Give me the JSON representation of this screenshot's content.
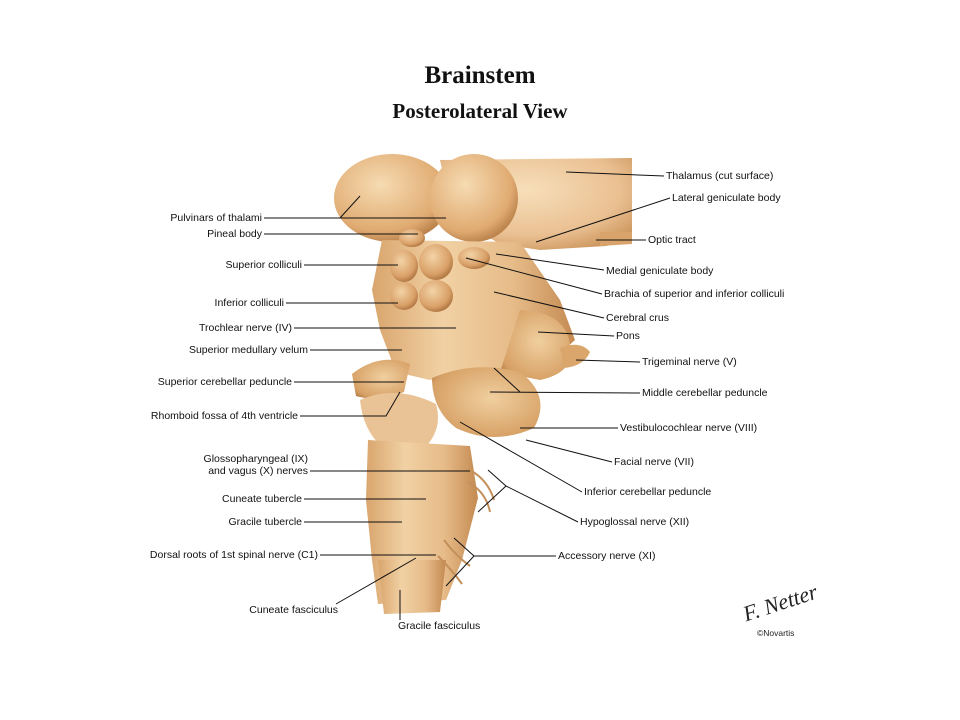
{
  "header": {
    "title": "Brainstem",
    "subtitle": "Posterolateral View"
  },
  "labels_left": {
    "pulvinars": "Pulvinars of thalami",
    "pineal": "Pineal body",
    "superior_colliculi": "Superior colliculi",
    "inferior_colliculi": "Inferior colliculi",
    "trochlear": "Trochlear nerve (IV)",
    "sup_medullary_velum": "Superior medullary velum",
    "sup_cerebellar_peduncle": "Superior cerebellar peduncle",
    "rhomboid_fossa": "Rhomboid fossa of 4th ventricle",
    "glosso_line1": "Glossopharyngeal (IX)",
    "glosso_line2": "and vagus (X) nerves",
    "cuneate_tubercle": "Cuneate tubercle",
    "gracile_tubercle": "Gracile tubercle",
    "dorsal_roots": "Dorsal roots of 1st spinal nerve (C1)",
    "cuneate_fasciculus": "Cuneate fasciculus",
    "gracile_fasciculus": "Gracile fasciculus"
  },
  "labels_right": {
    "thalamus": "Thalamus (cut surface)",
    "lateral_geniculate": "Lateral geniculate body",
    "optic_tract": "Optic tract",
    "medial_geniculate": "Medial geniculate body",
    "brachia": "Brachia of superior and inferior colliculi",
    "cerebral_crus": "Cerebral crus",
    "pons": "Pons",
    "trigeminal": "Trigeminal nerve (V)",
    "middle_cerebellar_peduncle": "Middle cerebellar peduncle",
    "vestibulocochlear": "Vestibulocochlear nerve (VIII)",
    "facial": "Facial nerve (VII)",
    "inf_cerebellar_peduncle": "Inferior cerebellar peduncle",
    "hypoglossal": "Hypoglossal nerve (XII)",
    "accessory": "Accessory nerve (XI)"
  },
  "credit": {
    "signature": "F. Netter",
    "copyright": "©Novartis"
  },
  "colors": {
    "tissue_light": "#f1d2a6",
    "tissue_mid": "#e2b27a",
    "tissue_dark": "#b97f48",
    "leader": "#111111"
  }
}
